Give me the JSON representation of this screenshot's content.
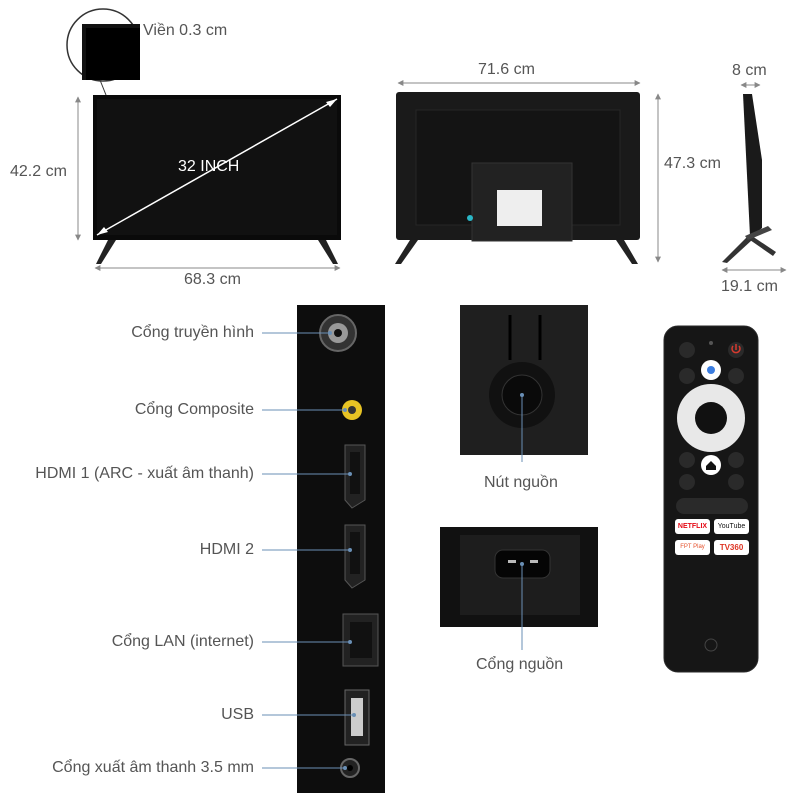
{
  "dimensions": {
    "bezel": "Viền 0.3 cm",
    "front_height": "42.2 cm",
    "screen_size": "32 INCH",
    "front_width": "68.3 cm",
    "back_width": "71.6 cm",
    "back_height": "47.3 cm",
    "side_depth": "8 cm",
    "stand_depth": "19.1 cm"
  },
  "ports": {
    "antenna": "Cổng truyền hình",
    "composite": "Cổng Composite",
    "hdmi1": "HDMI 1 (ARC - xuất âm thanh)",
    "hdmi2": "HDMI 2",
    "lan": "Cổng LAN (internet)",
    "usb": "USB",
    "audio_out": "Cổng xuất âm thanh 3.5 mm"
  },
  "captions": {
    "power_button": "Nút nguồn",
    "power_port": "Cổng nguồn"
  },
  "remote": {
    "netflix": "NETFLIX",
    "youtube": "YouTube",
    "fpt": "FPT Play",
    "tv360": "TV360"
  },
  "colors": {
    "panel": "#111111",
    "line": "#666666",
    "netflix_red": "#e50914",
    "composite_yellow": "#e7c324",
    "power_red": "#d63a2f"
  }
}
